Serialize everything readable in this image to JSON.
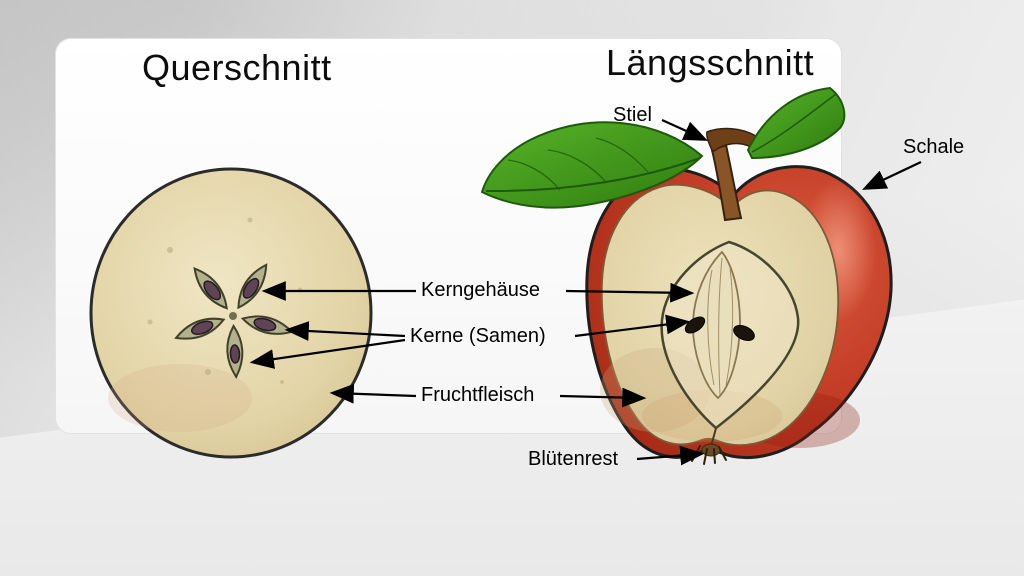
{
  "diagram": {
    "subject": "apple-sections",
    "titles": {
      "left": "Querschnitt",
      "right": "Längsschnitt"
    },
    "labels": {
      "stiel": "Stiel",
      "schale": "Schale",
      "kerngehaeuse": "Kerngehäuse",
      "kerne": "Kerne (Samen)",
      "fruchtfleisch": "Fruchtfleisch",
      "bluetenrest": "Blütenrest"
    },
    "colors": {
      "background": "#e7e7e7",
      "panel": "#fbfbfb",
      "flesh_tan": "#e2d5aa",
      "skin_red": "#c23b24",
      "leaf_green": "#3f9b1d",
      "stem_brown": "#7c4a1e",
      "seed_dark": "#1c130a",
      "label_text": "#000000"
    }
  }
}
